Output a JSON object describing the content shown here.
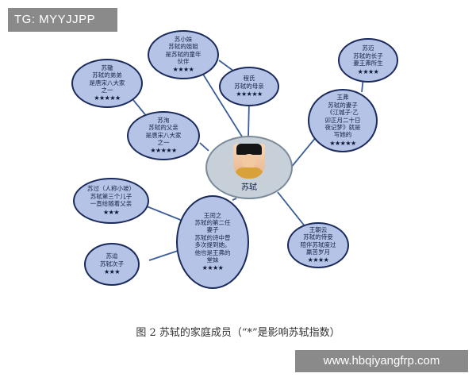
{
  "watermarks": {
    "top_left": "TG: MYYJJPP",
    "bottom_right": "www.hbqiyangfrp.com"
  },
  "center": {
    "label": "苏轼"
  },
  "nodes": {
    "su_xiaomei": {
      "lines": [
        "苏小妹",
        "苏轼的姐姐",
        "是苏轼的童年",
        "伙伴"
      ],
      "stars": "★★★★"
    },
    "cheng_shi": {
      "lines": [
        "程氏",
        "苏轼的母亲"
      ],
      "stars": "★★★★★"
    },
    "su_mai": {
      "lines": [
        "苏迈",
        "苏轼的长子",
        "妻王弗所生"
      ],
      "stars": "★★★★"
    },
    "su_zhe": {
      "lines": [
        "苏辙",
        "苏轼的弟弟",
        "是唐宋八大家",
        "之一"
      ],
      "stars": "★★★★★"
    },
    "su_xun": {
      "lines": [
        "苏洵",
        "苏轼的父亲",
        "是唐宋八大家",
        "之一"
      ],
      "stars": "★★★★★"
    },
    "wang_fu": {
      "lines": [
        "王弗",
        "苏轼的妻子",
        "《江城子·乙",
        "卯正月二十日",
        "夜记梦》就是",
        "写她的"
      ],
      "stars": "★★★★★"
    },
    "su_guo": {
      "lines": [
        "苏过（人称小坡）",
        "苏轼第三个儿子",
        "一直给随着父亲"
      ],
      "stars": "★★★"
    },
    "wang_runzhi": {
      "lines": [
        "王闰之",
        "苏轼的第二任",
        "妻子",
        "苏轼的诗中曾",
        "多次提到她。",
        "他也是王弗的",
        "堂妹"
      ],
      "stars": "★★★★"
    },
    "wang_zhaoyun": {
      "lines": [
        "王朝云",
        "苏轼的侍妾",
        "陪伴苏轼度过",
        "羸苦岁月"
      ],
      "stars": "★★★★"
    },
    "su_dai": {
      "lines": [
        "苏迨",
        "苏轼次子"
      ],
      "stars": "★★★"
    }
  },
  "caption": "图 2  苏轼的家庭成员（“*”是影响苏轼指数）",
  "colors": {
    "node_fill": "#b4c3e6",
    "node_border": "#1a2a5a",
    "line": "#3a5d99",
    "center_fill": "#c7cfd9"
  }
}
